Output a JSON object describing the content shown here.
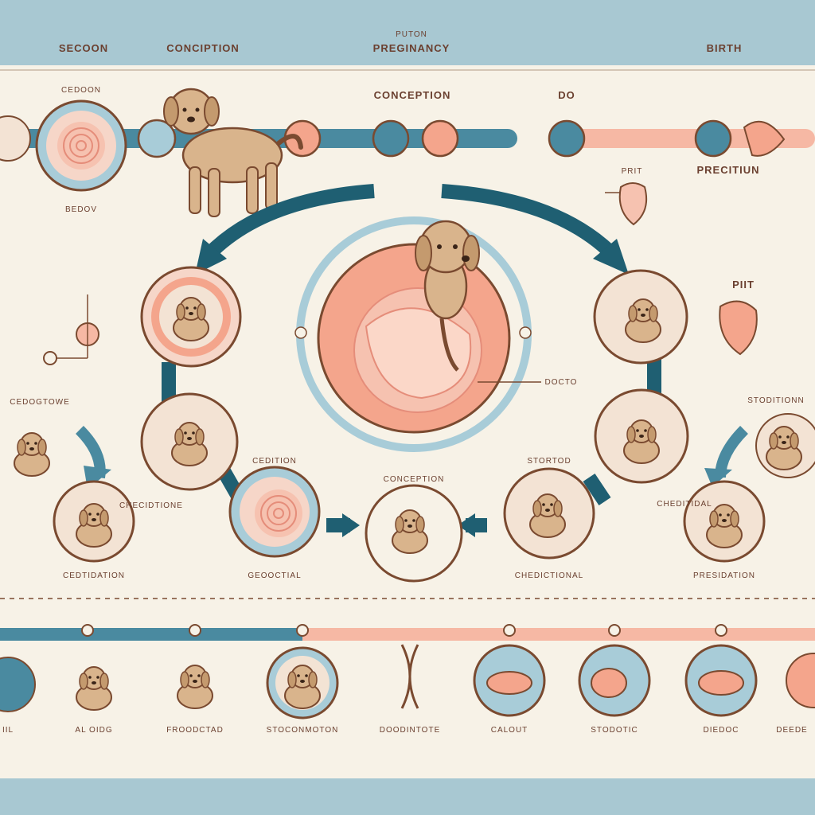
{
  "colors": {
    "background": "#f7f2e7",
    "band": "#a8c8d2",
    "teal": "#4a8aa0",
    "dark_teal": "#1f5f72",
    "salmon": "#f4a58c",
    "pink": "#f6b8a4",
    "puppy": "#d9b48c",
    "brown_outline": "#7a4a30",
    "ring_blue": "#a8ccd8"
  },
  "header": {
    "labels": [
      "SECOON",
      "CONCIPTION",
      "PUTON",
      "PREGINANCY",
      "BIRTH"
    ]
  },
  "top_row": {
    "labels": [
      "CEDOON",
      "BEDOV",
      "CONCEPTION",
      "DO",
      "PRIT",
      "PRECITIUN"
    ]
  },
  "cycle": {
    "labels": [
      "DOCTO",
      "CEDITION",
      "CONCEPTION",
      "STORTOD",
      "PIIT",
      "CHECIDTIONE",
      "CHEDITIDAL",
      "CEDOGTOWE",
      "STODITIONN"
    ]
  },
  "bottom_row": {
    "labels": [
      "CEDTIDATION",
      "GEOOCTIAL",
      "CHEDICTIONAL",
      "PRESIDATION"
    ]
  },
  "timeline": {
    "captions": [
      "IIL",
      "AL OIDG",
      "FROODCTAD",
      "STOCONMOTON",
      "DOODINTOTE",
      "CALOUT",
      "STODOTIC",
      "DIEDOC",
      "DEEDE"
    ]
  }
}
